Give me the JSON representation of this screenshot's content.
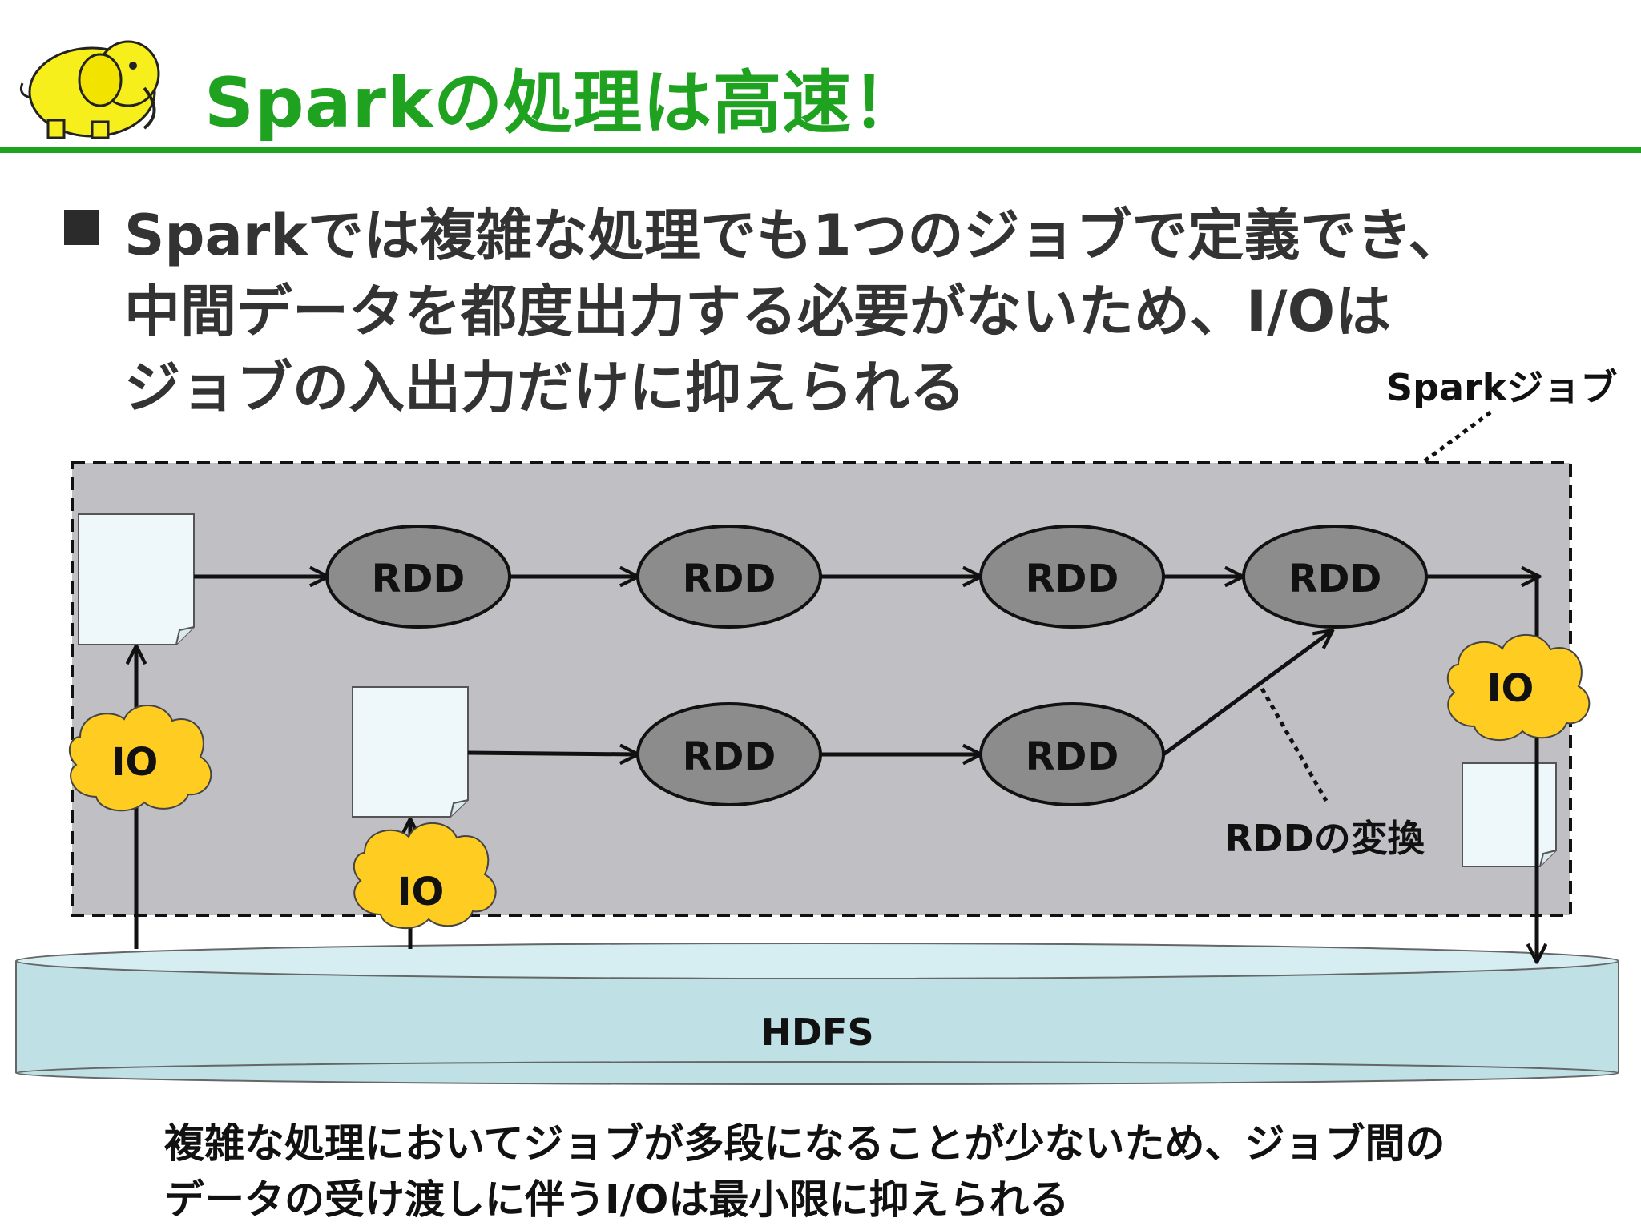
{
  "slide": {
    "title": "Sparkの処理は高速！",
    "bullet_lines": [
      "Sparkでは複雑な処理でも1つのジョブで定義でき、",
      "中間データを都度出力する必要がないため、I/Oは",
      "ジョブの入出力だけに抑えられる"
    ],
    "bottom_note_lines": [
      "複雑な処理においてジョブが多段になることが少ないため、ジョブ間の",
      "データの受け渡しに伴うI/Oは最小限に抑えられる"
    ]
  },
  "diagram": {
    "job_label": "Sparkジョブ",
    "rdd_label": "RDD",
    "io_label": "IO",
    "transform_label": "RDDの変換",
    "storage_label": "HDFS"
  },
  "colors": {
    "title_green": "#1fa21f",
    "job_area": "#c0bfc3",
    "rdd_fill": "#8c8c8c",
    "io_cloud": "#ffcc22",
    "hdfs_fill": "#bfe1e6",
    "document_fill": "#eef8fb"
  },
  "icons": {
    "logo": "yellow-elephant-icon"
  }
}
